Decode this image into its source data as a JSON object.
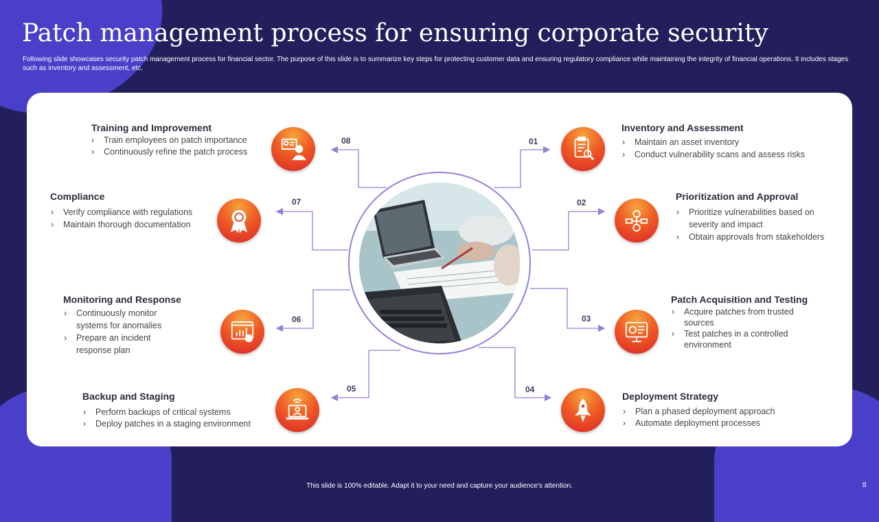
{
  "title": "Patch management process for ensuring corporate security",
  "subtitle": "Following slide showcases security patch management process for financial sector. The purpose of this slide is to summarize key steps for protecting customer data and ensuring regulatory compliance while maintaining  the integrity of financial operations. It includes stages such as inventory and assessment, etc.",
  "steps": [
    {
      "num": "01",
      "title": "Inventory and Assessment",
      "bullets": [
        "Maintain an asset inventory",
        "Conduct vulnerability  scans and assess risks"
      ],
      "icon": "clipboard-search-icon"
    },
    {
      "num": "02",
      "title": "Prioritization and Approval",
      "bullets": [
        "Prioritize vulnerabilities  based on severity and impact",
        "Obtain approvals  from stakeholders"
      ],
      "icon": "gear-network-icon"
    },
    {
      "num": "03",
      "title": "Patch Acquisition  and Testing",
      "bullets": [
        "Acquire patches from trusted sources",
        "Test patches in a controlled environment"
      ],
      "icon": "presentation-chart-icon"
    },
    {
      "num": "04",
      "title": "Deployment Strategy",
      "bullets": [
        "Plan a phased deployment approach",
        "Automate deployment processes"
      ],
      "icon": "rocket-icon"
    },
    {
      "num": "05",
      "title": "Backup and Staging",
      "bullets": [
        "Perform  backups of critical systems",
        "Deploy patches in a staging environment"
      ],
      "icon": "laptop-user-icon"
    },
    {
      "num": "06",
      "title": "Monitoring and Response",
      "bullets": [
        "Continuously monitor systems for anomalies",
        "Prepare  an incident response plan"
      ],
      "icon": "monitor-chart-icon"
    },
    {
      "num": "07",
      "title": "Compliance",
      "bullets": [
        "Verify compliance with regulations",
        "Maintain thorough  documentation"
      ],
      "icon": "award-badge-icon"
    },
    {
      "num": "08",
      "title": "Training and Improvement",
      "bullets": [
        "Train  employees on patch importance",
        "Continuously  refine  the patch process"
      ],
      "icon": "training-board-icon"
    }
  ],
  "center_image": "laptop-documents-photo",
  "footer": "This slide is 100% editable.  Adapt it to your need and capture your audience's attention.",
  "page_number": "8",
  "colors": {
    "background": "#231f5c",
    "accent_blob": "#4a3fc8",
    "icon_gradient_top": "#f6a33c",
    "icon_gradient_bottom": "#d9262a",
    "connector": "#8b84d8"
  }
}
